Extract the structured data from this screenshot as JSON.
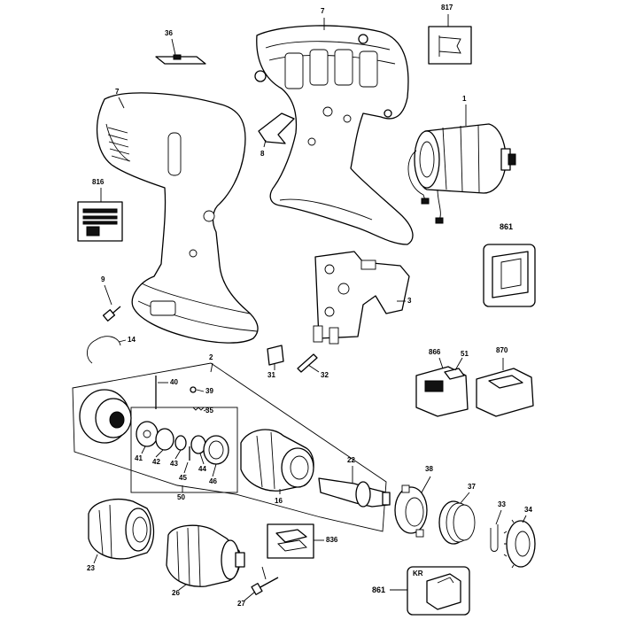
{
  "callouts": {
    "c1": "1",
    "c2": "2",
    "c3": "3",
    "c7a": "7",
    "c7b": "7",
    "c8": "8",
    "c9": "9",
    "c14": "14",
    "c16": "16",
    "c22": "22",
    "c23": "23",
    "c26": "26",
    "c27": "27",
    "c31": "31",
    "c32": "32",
    "c33": "33",
    "c34": "34",
    "c35": "35",
    "c36": "36",
    "c37": "37",
    "c38": "38",
    "c39": "39",
    "c40": "40",
    "c41": "41",
    "c42": "42",
    "c43": "43",
    "c44": "44",
    "c45": "45",
    "c46": "46",
    "c50": "50",
    "c51": "51",
    "c816": "816",
    "c817": "817",
    "c836": "836",
    "c861a": "861",
    "c861b": "861",
    "c866": "866",
    "c870": "870"
  },
  "kit_label": "KR"
}
